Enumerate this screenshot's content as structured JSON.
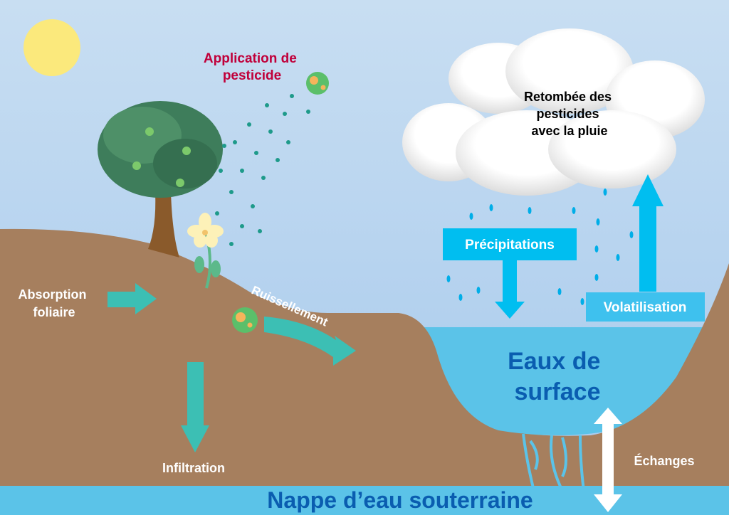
{
  "labels": {
    "application": [
      "Application de",
      "pesticide"
    ],
    "retombee": [
      "Retombée des",
      "pesticides",
      "avec la pluie"
    ],
    "precipitations": "Précipitations",
    "volatilisation": "Volatilisation",
    "absorption": [
      "Absorption",
      "foliaire"
    ],
    "ruissellement": "Ruissellement",
    "infiltration": "Infiltration",
    "eaux_surface": [
      "Eaux de",
      "surface"
    ],
    "echanges": "Échanges",
    "nappe": "Nappe d’eau souterraine"
  },
  "colors": {
    "sky_top": "#c8def2",
    "sky_bottom": "#a6c9ec",
    "soil": "#a67f5e",
    "water": "#5bc3e8",
    "water_text": "#0a5db0",
    "pesticide_label": "#c0003a",
    "teal_arrow": "#3cbfb4",
    "cyan_arrow": "#00bef0",
    "sun": "#fbe97c"
  },
  "icons": [
    "sun-icon",
    "tree-icon",
    "flower-icon",
    "pesticide-droplet-icon",
    "cloud-icon",
    "rain-drop-icon"
  ]
}
